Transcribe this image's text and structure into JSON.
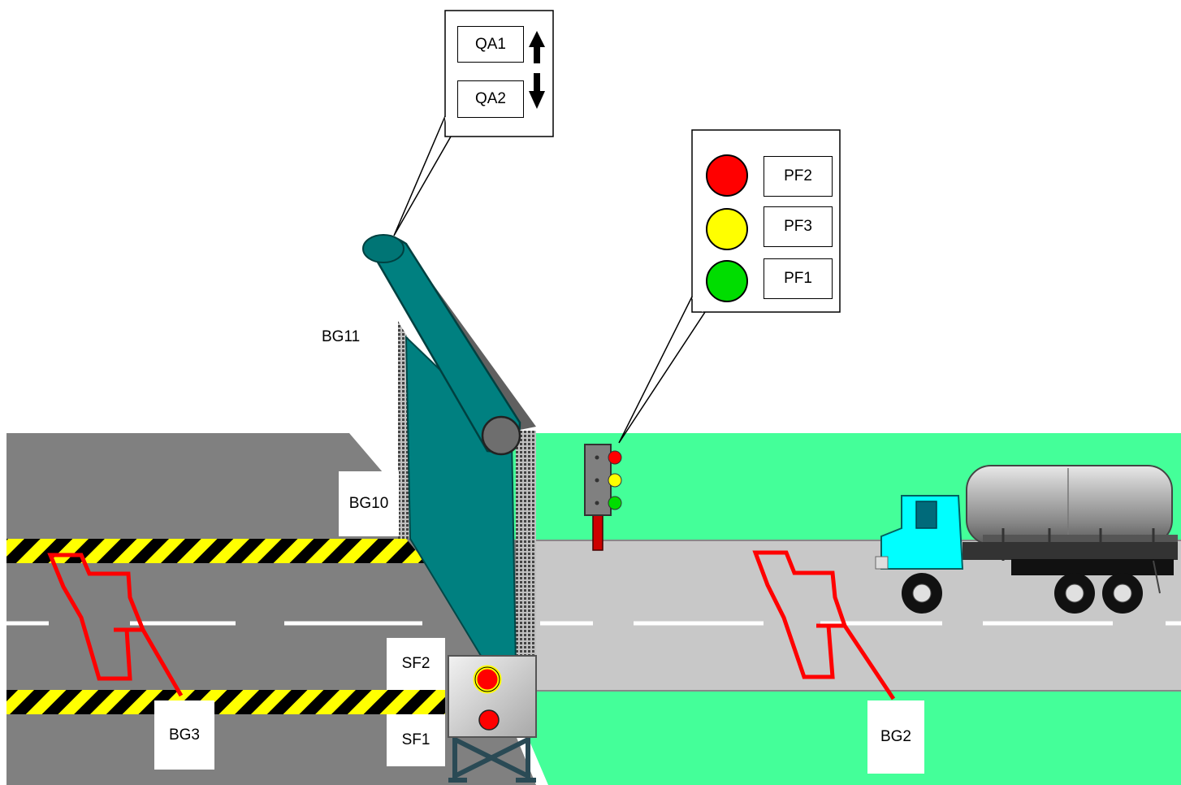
{
  "sensors": {
    "bg11": "BG11",
    "bg10": "BG10",
    "bg3": "BG3",
    "bg2": "BG2"
  },
  "switches": {
    "sf2": "SF2",
    "sf1": "SF1"
  },
  "actuators": {
    "qa1": "QA1",
    "qa2": "QA2"
  },
  "lights": {
    "pf2": "PF2",
    "pf3": "PF3",
    "pf1": "PF1"
  },
  "colors": {
    "grass": "#44FF99",
    "asphalt": "#808080",
    "road_light": "#C8C8C8",
    "barrier": "#008080",
    "hazard_yellow": "#FFFF00",
    "induction_loop": "#FF0000",
    "light_red": "#FF0000",
    "light_yellow": "#FFFF00",
    "light_green": "#00DD00",
    "truck_cab": "#00FFFF"
  }
}
